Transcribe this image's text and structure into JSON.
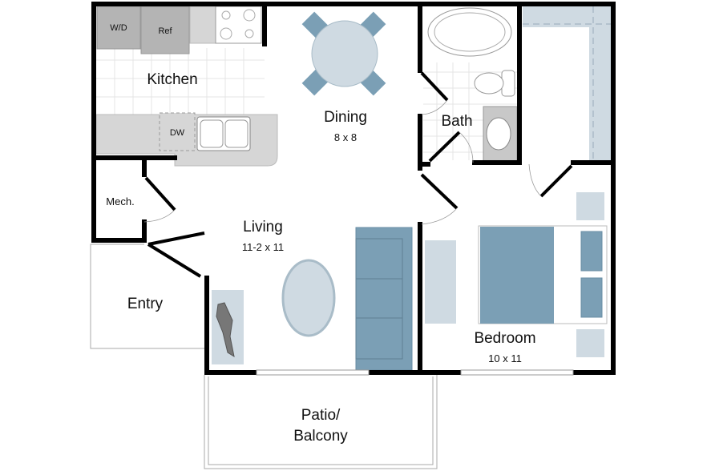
{
  "plan": {
    "rooms": {
      "kitchen": {
        "name": "Kitchen"
      },
      "dining": {
        "name": "Dining",
        "size": "8 x 8"
      },
      "bath": {
        "name": "Bath"
      },
      "mech": {
        "name": "Mech."
      },
      "living": {
        "name": "Living",
        "size": "11-2 x 11"
      },
      "entry": {
        "name": "Entry"
      },
      "bedroom": {
        "name": "Bedroom",
        "size": "10 x 11"
      },
      "patio": {
        "name_line1": "Patio/",
        "name_line2": "Balcony"
      }
    },
    "appliances": {
      "washer_dryer": "W/D",
      "refrigerator": "Ref",
      "dishwasher": "DW"
    },
    "colors": {
      "furniture_dark": "#7b9fb5",
      "furniture_light": "#cfdae2",
      "counter": "#d6d6d6",
      "appliance": "#b4b4b4",
      "wall": "#000000"
    }
  }
}
